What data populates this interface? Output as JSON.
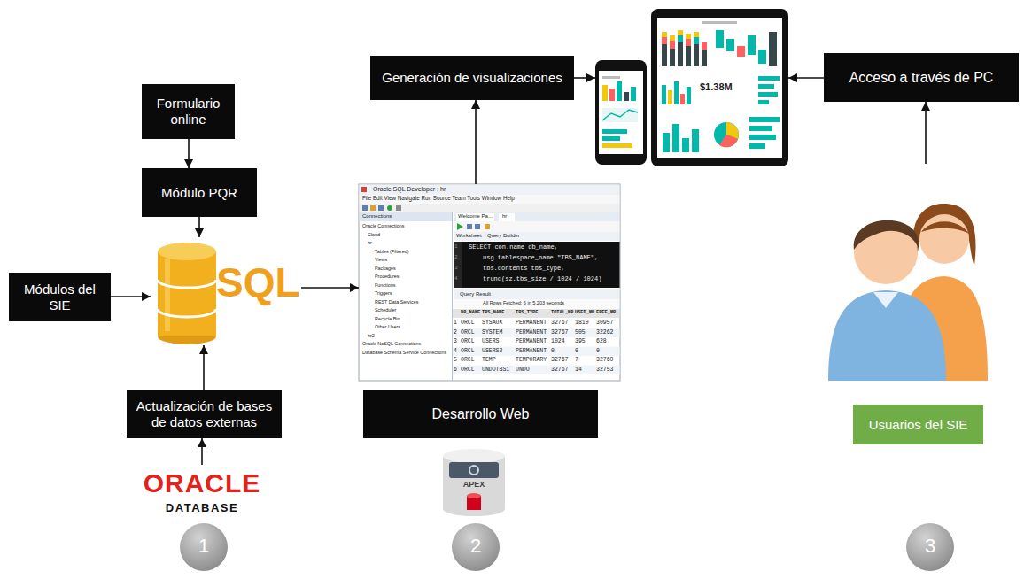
{
  "diagram": {
    "nodes": [
      {
        "text": [
          "Formulario online"
        ]
      },
      {
        "text": [
          "Módulo PQR"
        ]
      },
      {
        "text": [
          "Generación de visualizaciones"
        ]
      },
      {
        "text": [
          "$1.38M"
        ]
      },
      {
        "text": [
          "Acceso a través de PC"
        ]
      },
      {
        "text": [
          "Módulos del SIE"
        ]
      },
      {
        "text": [
          "SQL"
        ]
      },
      {
        "text": [
          "Oracle SQL Developer : hr"
        ]
      },
      {
        "text": [
          "Usuarios del SIE"
        ]
      },
      {
        "text": [
          "Actualización de bases de datos externas"
        ]
      },
      {
        "text": [
          "Desarrollo Web"
        ]
      },
      {
        "text": [
          "ORACLE",
          "DATABASE"
        ]
      }
    ],
    "edges": [
      {
        "from": 0,
        "to": 1,
        "arrow": "to"
      },
      {
        "from": 1,
        "to": 6,
        "arrow": "to"
      },
      {
        "from": 5,
        "to": 6,
        "arrow": "to"
      },
      {
        "from": 9,
        "to": 6,
        "arrow": "to"
      },
      {
        "from": 11,
        "to": 9,
        "arrow": "to"
      },
      {
        "from": 6,
        "to": 7,
        "arrow": "to"
      },
      {
        "from": 7,
        "to": 2,
        "arrow": "to"
      },
      {
        "from": 2,
        "to": 3,
        "arrow": "to"
      },
      {
        "from": 4,
        "to": 3,
        "arrow": "to"
      },
      {
        "from": 8,
        "to": 4,
        "arrow": "to"
      }
    ],
    "labels": [
      "APEX",
      "1",
      "2",
      "3",
      "File Edit View Navigate Run Source Team Tools Window Help",
      "Connections",
      "Oracle Connections",
      "Cloud",
      "hr",
      "Tables (Filtered)",
      "Views",
      "Packages",
      "Procedures",
      "Functions",
      "Triggers",
      "REST Data Services",
      "Scheduler",
      "Recycle Bin",
      "Other Users",
      "hr2",
      "Oracle NoSQL Connections",
      "Database Schema Service Connections",
      "Welcome Pa...",
      "hr",
      "Worksheet",
      "Query Builder",
      "1",
      "2",
      "3",
      "4",
      "SELECT con.name db_name,",
      "usg.tablespace_name \"TBS_NAME\",",
      "tbs.contents tbs_type,",
      "trunc(sz.tbs_size / 1024 / 1024)",
      "Query Result",
      "All Rows Fetched: 6 in 5.203 seconds",
      "DB_NAME",
      "TBS_NAME",
      "TBS_TYPE",
      "TOTAL_MB",
      "USED_MB",
      "FREE_MB",
      "1",
      "ORCL",
      "SYSAUX",
      "PERMANENT",
      "32767",
      "1810",
      "30957",
      "2",
      "ORCL",
      "SYSTEM",
      "PERMANENT",
      "32767",
      "505",
      "32262",
      "3",
      "ORCL",
      "USERS",
      "PERMANENT",
      "1024",
      "395",
      "628",
      "4",
      "ORCL",
      "USERS2",
      "PERMANENT",
      "0",
      "0",
      "0",
      "5",
      "ORCL",
      "TEMP",
      "TEMPORARY",
      "32767",
      "7",
      "32760",
      "6",
      "ORCL",
      "UNDOTBS1",
      "UNDO",
      "32767",
      "14",
      "32753"
    ]
  }
}
